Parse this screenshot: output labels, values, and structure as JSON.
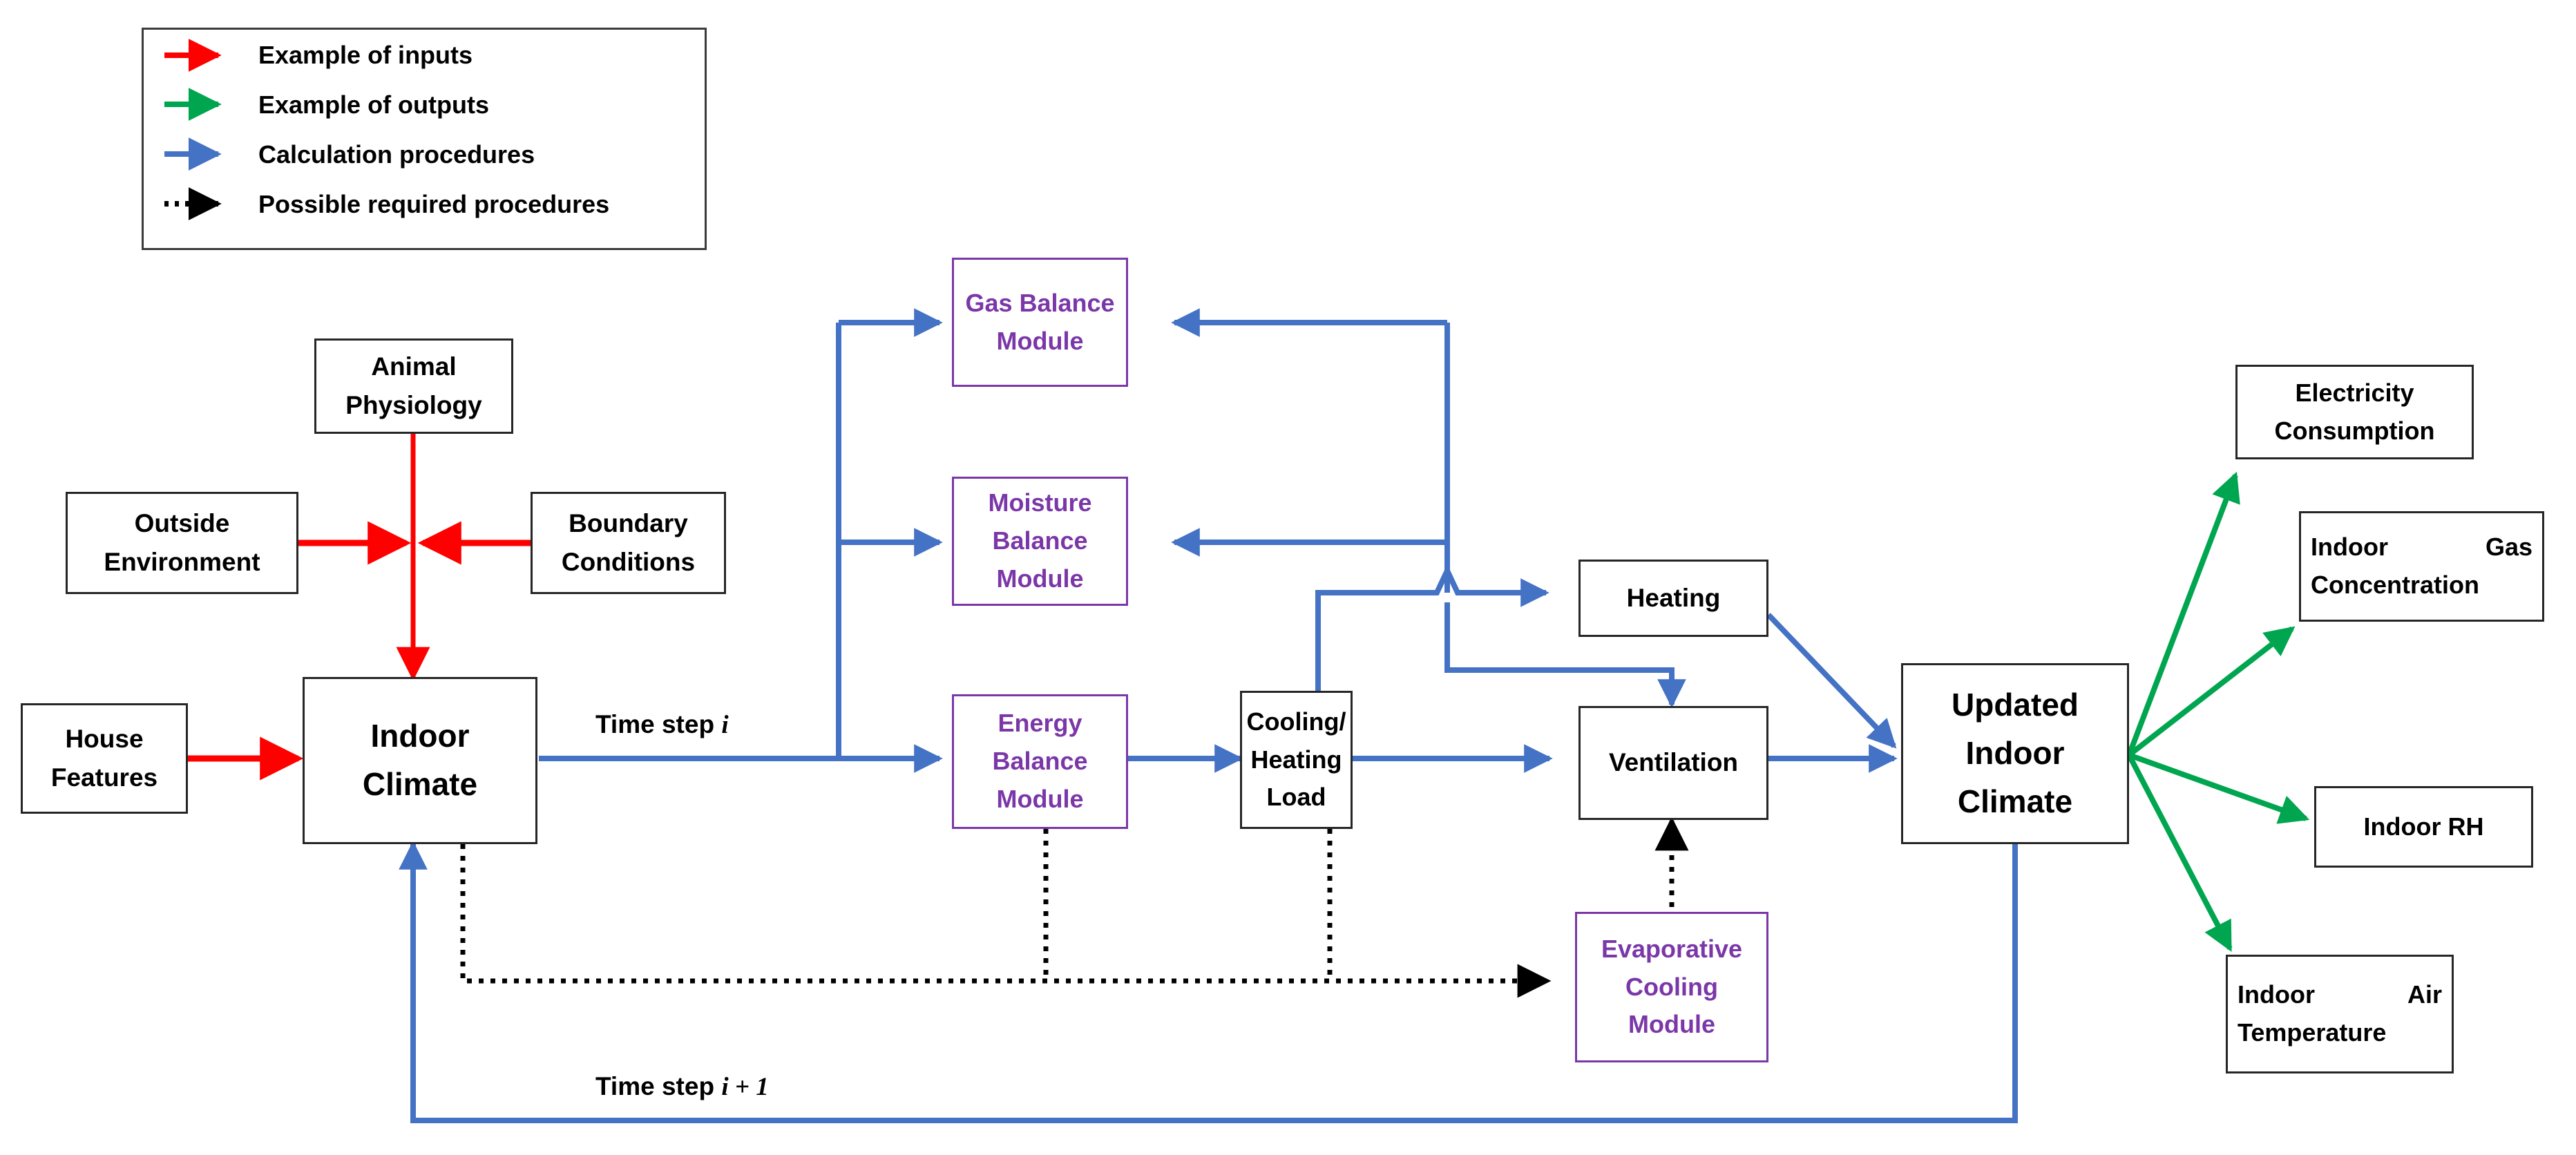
{
  "legend": {
    "items": [
      {
        "label": "Example of inputs",
        "color": "#FF0000",
        "style": "solid",
        "icon": "red-arrow-icon"
      },
      {
        "label": "Example of outputs",
        "color": "#00A550",
        "style": "solid",
        "icon": "green-arrow-icon"
      },
      {
        "label": "Calculation procedures",
        "color": "#4472C4",
        "style": "solid",
        "icon": "blue-arrow-icon"
      },
      {
        "label": "Possible required procedures",
        "color": "#000000",
        "style": "dotted",
        "icon": "black-dotted-arrow-icon"
      }
    ]
  },
  "nodes": {
    "animal_physiology": "Animal Physiology",
    "outside_environment": "Outside Environment",
    "boundary_conditions": "Boundary Conditions",
    "house_features": "House Features",
    "indoor_climate": "Indoor Climate",
    "gas_balance_module": "Gas Balance Module",
    "moisture_balance_module": "Moisture Balance Module",
    "energy_balance_module": "Energy Balance Module",
    "cooling_heating_load": "Cooling/ Heating Load",
    "heating": "Heating",
    "ventilation": "Ventilation",
    "evaporative_cooling_module": "Evaporative Cooling Module",
    "updated_indoor_climate": "Updated Indoor Climate",
    "electricity_consumption": "Electricity Consumption",
    "indoor_gas_concentration": "Indoor Gas Concentration",
    "indoor_rh": "Indoor RH",
    "indoor_air_temperature": "Indoor Air Temperature"
  },
  "edge_labels": {
    "time_step_i_prefix": "Time step ",
    "time_step_i_var": "i",
    "time_step_next_prefix": "Time step ",
    "time_step_next_var": "i",
    "time_step_next_suffix": " + 1"
  },
  "colors": {
    "input_red": "#FF0000",
    "output_green": "#00A550",
    "procedure_blue": "#4472C4",
    "module_purple": "#7B37A8",
    "box_border": "#262626"
  }
}
